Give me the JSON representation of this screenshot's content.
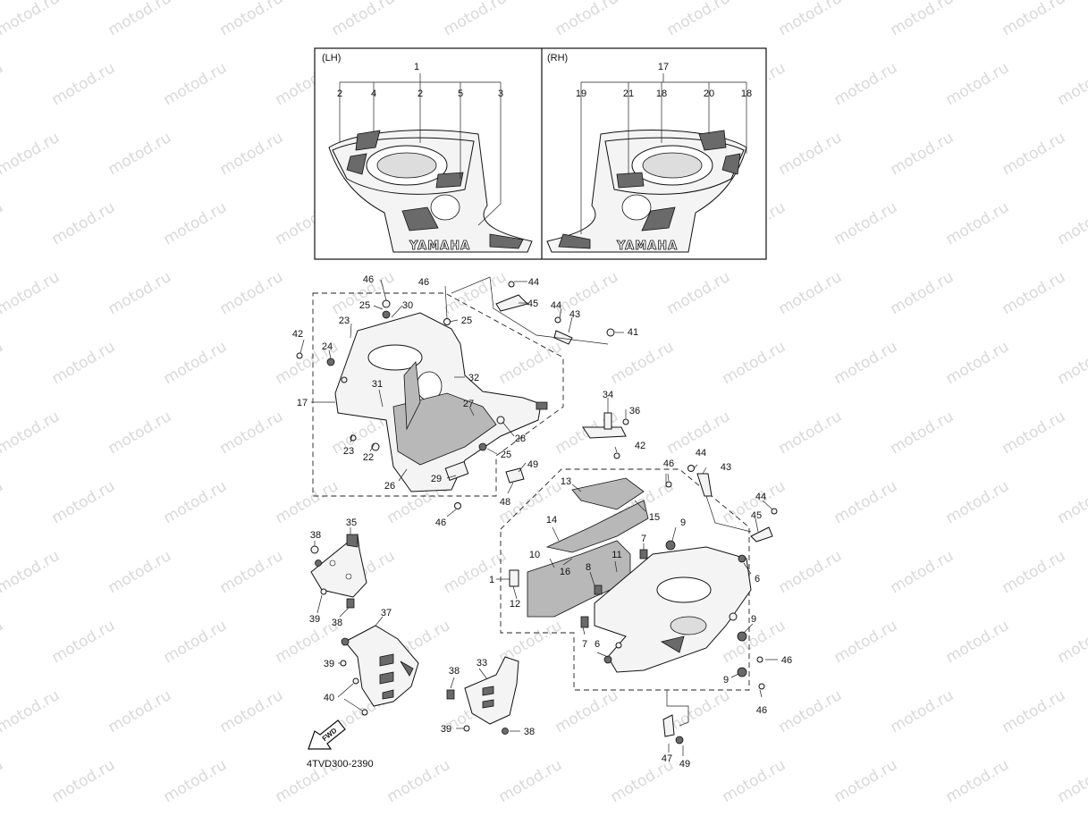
{
  "watermark": "motod.ru",
  "inset": {
    "left_label": "(LH)",
    "right_label": "(RH)",
    "left_brand": "YAMAHA",
    "right_brand": "YAMAHA"
  },
  "callouts": {
    "lh_top": "1",
    "lh_2a": "2",
    "lh_4": "4",
    "lh_2b": "2",
    "lh_5": "5",
    "lh_3": "3",
    "rh_top": "17",
    "rh_19": "19",
    "rh_21": "21",
    "rh_18a": "18",
    "rh_20": "20",
    "rh_18b": "18",
    "u46a": "46",
    "u46b": "46",
    "u44a": "44",
    "u45a": "45",
    "u25a": "25",
    "u30": "30",
    "u25b": "25",
    "u44b": "44",
    "u43a": "43",
    "u23a": "23",
    "u42a": "42",
    "u41": "41",
    "u24": "24",
    "u32": "32",
    "u17": "17",
    "u31": "31",
    "u27": "27",
    "u34": "34",
    "u36": "36",
    "u28": "28",
    "u23b": "23",
    "u22": "22",
    "u25c": "25",
    "u42b": "42",
    "u49a": "49",
    "u26": "26",
    "u29": "29",
    "u48": "48",
    "u46c": "46",
    "l13": "13",
    "l46d": "46",
    "l44c": "44",
    "l43b": "43",
    "l14": "14",
    "l15": "15",
    "l9a": "9",
    "l44d": "44",
    "l45b": "45",
    "l10": "10",
    "l7a": "7",
    "l16": "16",
    "l11": "11",
    "l8": "8",
    "l1": "1",
    "l6a": "6",
    "l12": "12",
    "l9b": "9",
    "l7b": "7",
    "l6b": "6",
    "l46e": "46",
    "l9c": "9",
    "l46f": "46",
    "l47": "47",
    "l49b": "49",
    "s35": "35",
    "s38a": "38",
    "s39a": "39",
    "s38b": "38",
    "s37": "37",
    "s39b": "39",
    "s40": "40",
    "s38c": "38",
    "s33": "33",
    "s39c": "39",
    "s38d": "38"
  },
  "fwd_label": "FWD",
  "diagram_code": "4TVD300-2390"
}
